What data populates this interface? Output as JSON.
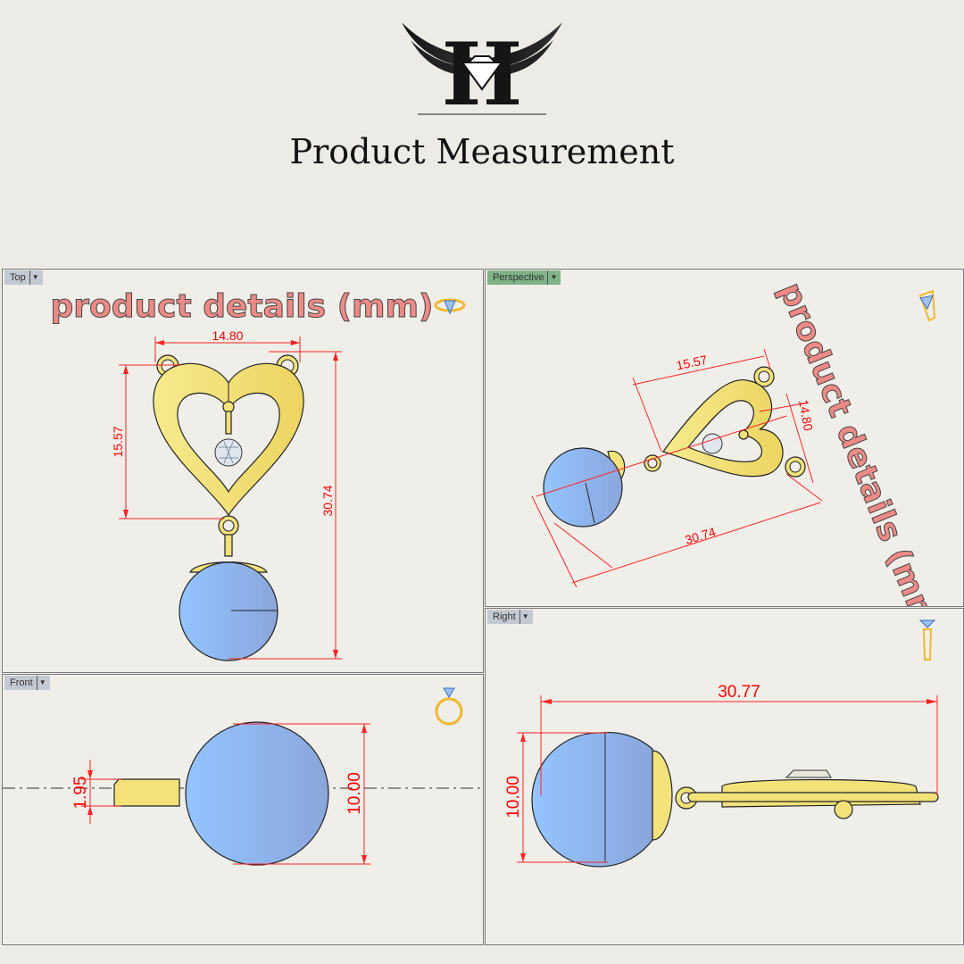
{
  "header": {
    "logo_letter": "H",
    "title": "Product Measurement"
  },
  "colors": {
    "background": "#ecebe6",
    "dimension": "#ff0000",
    "gold": "#f3e27a",
    "pearl": "#8fb4f0",
    "annotation": "#ee8a86",
    "active_tab": "#7fb287"
  },
  "viewports": {
    "top": {
      "label": "Top",
      "annotation": "product details (mm)",
      "dimensions": {
        "width": "14.80",
        "heart_height": "15.57",
        "total_length": "30.74"
      },
      "icon": "ring-top-icon"
    },
    "perspective": {
      "label": "Perspective",
      "annotation": "product details (mm)",
      "dimensions": {
        "length_a": "15.57",
        "width": "14.80",
        "total_length": "30.74"
      },
      "icon": "ring-perspective-icon"
    },
    "front": {
      "label": "Front",
      "dimensions": {
        "thickness": "1.95",
        "pearl_diameter": "10.00"
      },
      "icon": "ring-front-icon"
    },
    "right": {
      "label": "Right",
      "dimensions": {
        "total_length": "30.77",
        "pearl_diameter": "10.00"
      },
      "icon": "ring-side-icon"
    }
  }
}
